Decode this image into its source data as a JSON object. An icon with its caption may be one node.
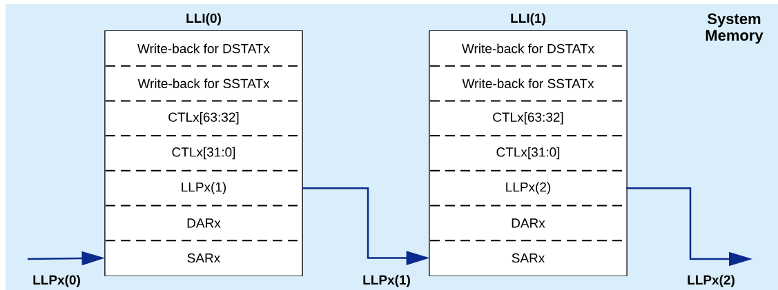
{
  "diagram": {
    "nodes": [
      {
        "text": [
          "System Memory"
        ]
      },
      {
        "text": [
          "LLI(0)"
        ],
        "in": 0
      },
      {
        "text": [
          "Write-back for DSTATx"
        ],
        "in": 1
      },
      {
        "text": [
          "Write-back for SSTATx"
        ],
        "in": 1
      },
      {
        "text": [
          "CTLx[63:32]"
        ],
        "in": 1
      },
      {
        "text": [
          "CTLx[31:0]"
        ],
        "in": 1
      },
      {
        "text": [
          "LLPx(1)"
        ],
        "in": 1
      },
      {
        "text": [
          "DARx"
        ],
        "in": 1
      },
      {
        "text": [
          "SARx"
        ],
        "in": 1
      },
      {
        "text": [
          "LLI(1)"
        ],
        "in": 0
      },
      {
        "text": [
          "Write-back for DSTATx"
        ],
        "in": 9
      },
      {
        "text": [
          "Write-back for SSTATx"
        ],
        "in": 9
      },
      {
        "text": [
          "CTLx[63:32]"
        ],
        "in": 9
      },
      {
        "text": [
          "CTLx[31:0]"
        ],
        "in": 9
      },
      {
        "text": [
          "LLPx(2)"
        ],
        "in": 9
      },
      {
        "text": [
          "DARx"
        ],
        "in": 9
      },
      {
        "text": [
          "SARx"
        ],
        "in": 9
      }
    ],
    "edges": [
      {
        "from": null,
        "to": 8,
        "arrow": "to",
        "label": "LLPx(0)"
      },
      {
        "from": 6,
        "to": 16,
        "arrow": "to",
        "label": "LLPx(1)"
      },
      {
        "from": 14,
        "to": null,
        "arrow": "to",
        "label": "LLPx(2)"
      }
    ]
  }
}
